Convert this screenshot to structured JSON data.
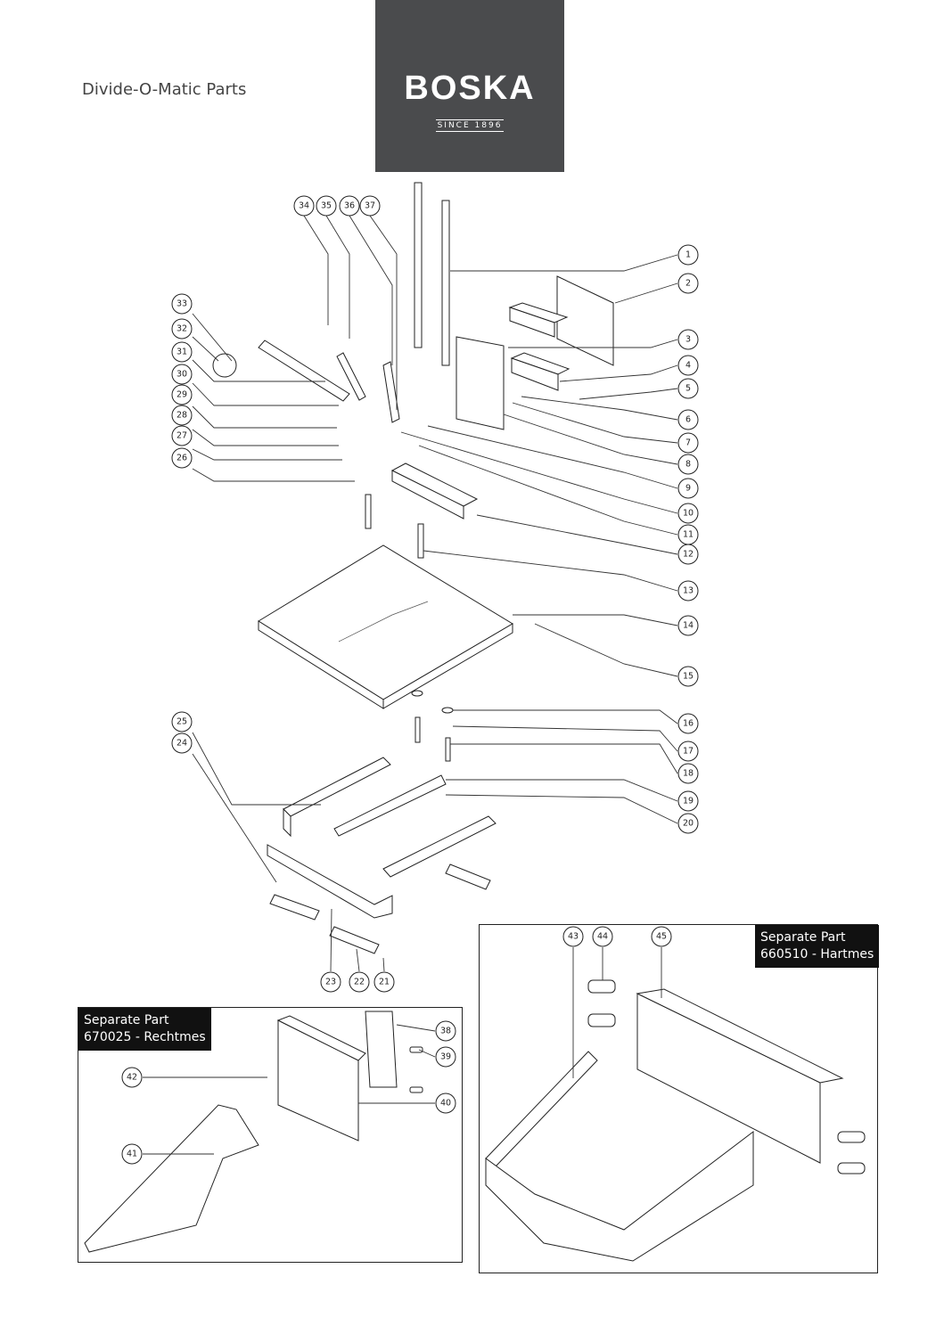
{
  "page": {
    "title": "Divide-O-Matic Parts",
    "logo_text": "BOSKA",
    "logo_tagline": "SINCE 1896",
    "logo_bg": "#4a4b4d"
  },
  "separate_part_right": {
    "heading": "Separate Part",
    "code": "660510 - Hartmes"
  },
  "separate_part_left": {
    "heading": "Separate Part",
    "code": "670025 - Rechtmes"
  },
  "callouts": [
    "1",
    "2",
    "3",
    "4",
    "5",
    "6",
    "7",
    "8",
    "9",
    "10",
    "11",
    "12",
    "13",
    "14",
    "15",
    "16",
    "17",
    "18",
    "19",
    "20",
    "21",
    "22",
    "23",
    "24",
    "25",
    "26",
    "27",
    "28",
    "29",
    "30",
    "31",
    "32",
    "33",
    "34",
    "35",
    "36",
    "37",
    "38",
    "39",
    "40",
    "41",
    "42",
    "43",
    "44",
    "45"
  ]
}
